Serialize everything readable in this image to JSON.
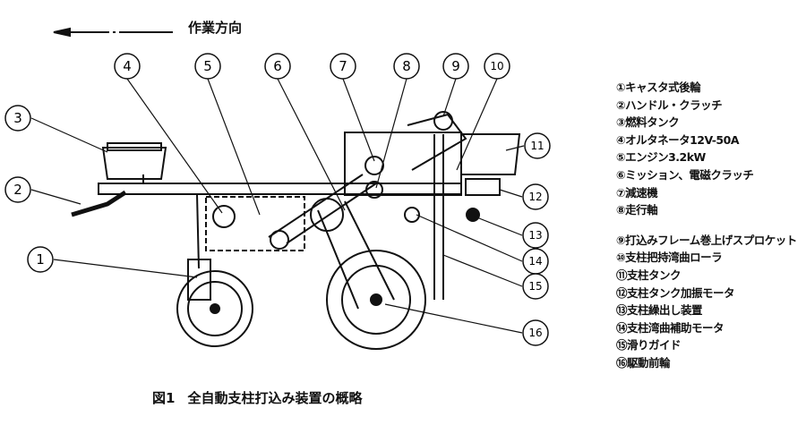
{
  "direction_label": "作業方向",
  "caption": {
    "figure": "図1",
    "title": "全自動支柱打込み装置の概略"
  },
  "callouts": [
    "1",
    "2",
    "3",
    "4",
    "5",
    "6",
    "7",
    "8",
    "9",
    "10",
    "11",
    "12",
    "13",
    "14",
    "15",
    "16"
  ],
  "legend": [
    "①キャスタ式後輪",
    "②ハンドル・クラッチ",
    "③燃料タンク",
    "④オルタネータ12V-50A",
    "⑤エンジン3.2kW",
    "⑥ミッション、電磁クラッチ",
    "⑦減速機",
    "⑧走行軸",
    "⑨打込みフレーム巻上げスプロケット",
    "⑩支柱把持湾曲ローラ",
    "⑪支柱タンク",
    "⑫支柱タンク加振モータ",
    "⑬支柱繰出し装置",
    "⑭支柱湾曲補助モータ",
    "⑮滑りガイド",
    "⑯駆動前輪"
  ]
}
